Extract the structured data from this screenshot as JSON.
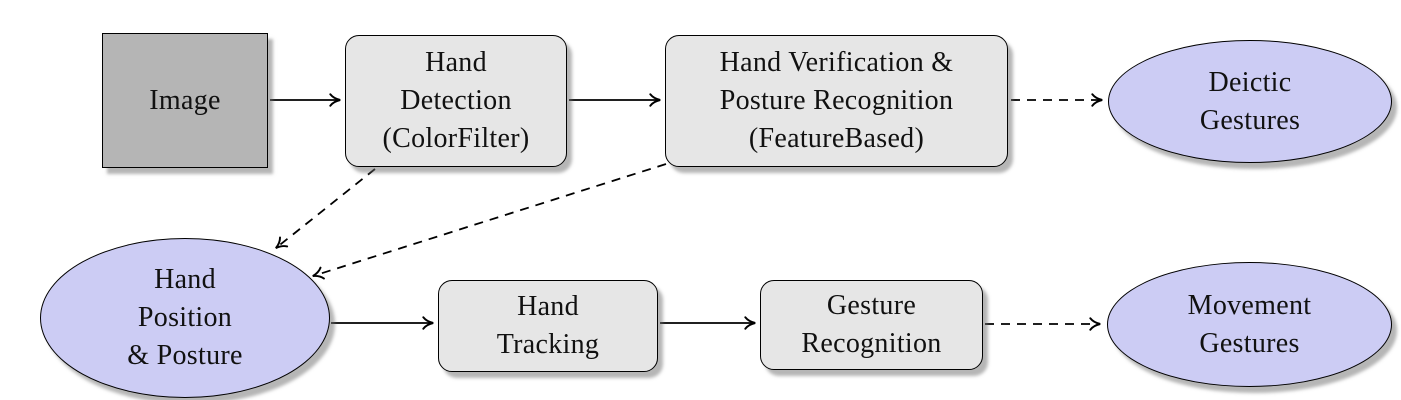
{
  "diagram": {
    "type": "flowchart",
    "description": "Hand gesture recognition pipeline diagram",
    "colors": {
      "process_fill": "#e6e6e6",
      "input_fill": "#b5b5b5",
      "gesture_fill": "#ccccf4",
      "stroke": "#000000",
      "text": "#111111",
      "background": "#ffffff"
    },
    "nodes": {
      "image": {
        "lines": [
          "Image"
        ]
      },
      "hand_detection": {
        "lines": [
          "Hand",
          "Detection",
          "(ColorFilter)"
        ]
      },
      "hand_verification": {
        "lines": [
          "Hand Verification &",
          "Posture Recognition",
          "(FeatureBased)"
        ]
      },
      "deictic_gestures": {
        "lines": [
          "Deictic",
          "Gestures"
        ]
      },
      "hand_position_posture": {
        "lines": [
          "Hand",
          "Position",
          "& Posture"
        ]
      },
      "hand_tracking": {
        "lines": [
          "Hand",
          "Tracking"
        ]
      },
      "gesture_recognition": {
        "lines": [
          "Gesture",
          "Recognition"
        ]
      },
      "movement_gestures": {
        "lines": [
          "Movement",
          "Gestures"
        ]
      }
    },
    "edges": [
      {
        "from": "image",
        "to": "hand_detection",
        "style": "solid"
      },
      {
        "from": "hand_detection",
        "to": "hand_verification",
        "style": "solid"
      },
      {
        "from": "hand_verification",
        "to": "deictic_gestures",
        "style": "dashed"
      },
      {
        "from": "hand_detection",
        "to": "hand_position_posture",
        "style": "dashed"
      },
      {
        "from": "hand_verification",
        "to": "hand_position_posture",
        "style": "dashed"
      },
      {
        "from": "hand_position_posture",
        "to": "hand_tracking",
        "style": "solid"
      },
      {
        "from": "hand_tracking",
        "to": "gesture_recognition",
        "style": "solid"
      },
      {
        "from": "gesture_recognition",
        "to": "movement_gestures",
        "style": "dashed"
      }
    ]
  }
}
